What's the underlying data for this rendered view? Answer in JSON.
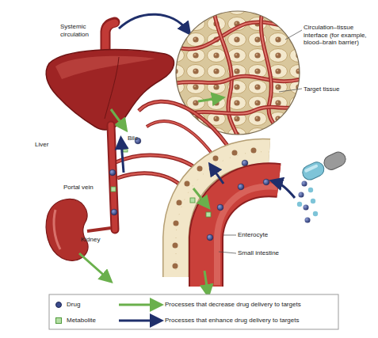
{
  "diagram": {
    "labels": [
      "Systemic circulation",
      "Circulation–tissue interface (for example, blood–brain barrier)",
      "Target tissue",
      "Bile",
      "Liver",
      "Portal vein",
      "Enterocyte",
      "Small intestine",
      "Kidney"
    ],
    "legend": [
      {
        "text": "Drug",
        "color": "#3b4a8c"
      },
      {
        "text": "Processes that decrease drug delivery to targets"
      },
      {
        "text": "Metabolite",
        "color": "#b5dfa5"
      },
      {
        "text": "Processes that enhance drug delivery to targets"
      }
    ]
  }
}
